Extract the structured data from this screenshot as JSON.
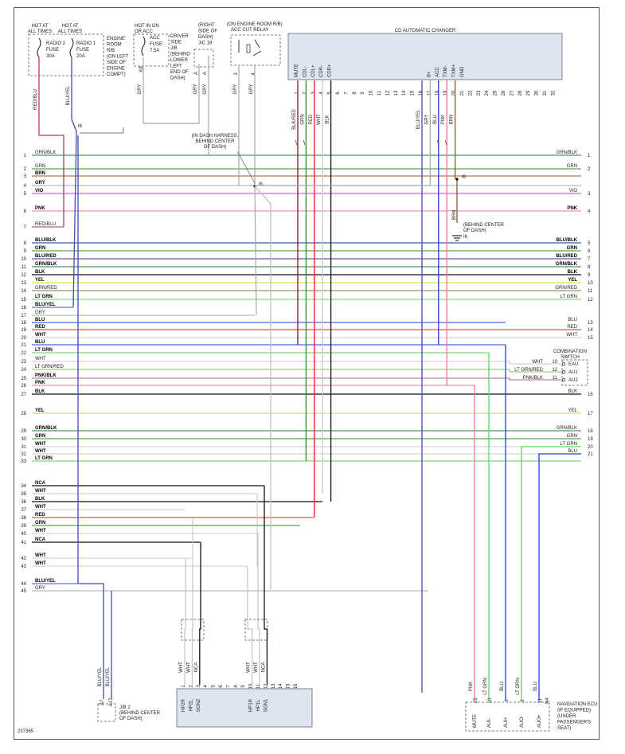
{
  "doc_id": "237365",
  "fuses": {
    "radio2": {
      "hot": [
        "HOT AT",
        "ALL TIMES"
      ],
      "lines": [
        "RADIO 2",
        "FUSE",
        "30A"
      ]
    },
    "radio1": {
      "hot": [
        "HOT AT",
        "ALL TIMES"
      ],
      "lines": [
        "RADIO 1",
        "FUSE",
        "20A"
      ]
    },
    "engine_room_note": [
      "ENGINE",
      "ROOM",
      "R/B",
      "(ON LEFT",
      "SIDE OF",
      "ENGINE",
      "COMPT)"
    ],
    "acc": {
      "hot": [
        "HOT IN ON",
        "OR ACC"
      ],
      "lines": [
        "ACC",
        "FUSE",
        "7.5A"
      ]
    },
    "driver_jb_note": [
      "DRIVER",
      "SIDE",
      "J/B",
      "(BEHIND",
      "LOWER",
      "LEFT",
      "END OF",
      "DASH)"
    ],
    "jc18_note": [
      "(RIGHT",
      "SIDE OF",
      "DASH)",
      "J/C 18"
    ],
    "relay": {
      "note": "(ON ENGINE ROOM R/B)",
      "name": "ACC CUT RELAY"
    }
  },
  "top_wires": [
    "RED/BLU",
    "BLU/YEL",
    "GRY",
    "GRY",
    "GRY",
    "GRY"
  ],
  "top_pins": [
    "K8",
    "A",
    "A",
    "3",
    "4"
  ],
  "cd_changer": {
    "title": "CD AUTOMATIC CHANGER",
    "pin_labels": [
      "MUTE",
      "CDL-",
      "CDL+",
      "CDR-",
      "CDR+",
      "B+",
      "ACC",
      "TXM-",
      "TXM+",
      "GND"
    ],
    "pins": [
      "1",
      "2",
      "3",
      "4",
      "5",
      "6",
      "7",
      "8",
      "9",
      "10",
      "11",
      "12",
      "13",
      "14",
      "15",
      "16",
      "17",
      "18",
      "19",
      "20",
      "21",
      "22",
      "23",
      "24",
      "25",
      "26",
      "27",
      "28",
      "29",
      "30",
      "31",
      "32"
    ],
    "wires": [
      "BLK/RED",
      "GRN",
      "RED",
      "WHT",
      "BLK",
      "BLU/YEL",
      "GRY",
      "BLU",
      "PNK",
      "BRN"
    ]
  },
  "dash_harness_note": [
    "(IN DASH HARNESS,",
    "BEHIND CENTER",
    "OF DASH)"
  ],
  "i6": "I6",
  "ik": "IK",
  "brn_ground_note": [
    "(BEHIND CENTER",
    "OF DASH)"
  ],
  "brn": "BRN",
  "left_circuits": [
    {
      "n": "1",
      "c": "GRN/BLK",
      "b": false
    },
    {
      "n": "2",
      "c": "GRN",
      "b": false
    },
    {
      "n": "3",
      "c": "BRN",
      "b": true
    },
    {
      "n": "4",
      "c": "GRY",
      "b": true
    },
    {
      "n": "5",
      "c": "VIO",
      "b": true
    },
    {
      "n": "6",
      "c": "PNK",
      "b": true
    },
    {
      "n": "7",
      "c": "RED/BLU",
      "b": false
    },
    {
      "n": "8",
      "c": "BLU/BLK",
      "b": true
    },
    {
      "n": "9",
      "c": "GRN",
      "b": true
    },
    {
      "n": "10",
      "c": "BLU/RED",
      "b": true
    },
    {
      "n": "11",
      "c": "GRN/BLK",
      "b": true
    },
    {
      "n": "12",
      "c": "BLK",
      "b": true
    },
    {
      "n": "13",
      "c": "YEL",
      "b": true
    },
    {
      "n": "14",
      "c": "GRN/RED",
      "b": false
    },
    {
      "n": "15",
      "c": "LT GRN",
      "b": true
    },
    {
      "n": "16",
      "c": "BLU/YEL",
      "b": true
    },
    {
      "n": "17",
      "c": "GRY",
      "b": false
    },
    {
      "n": "18",
      "c": "BLU",
      "b": true
    },
    {
      "n": "19",
      "c": "RED",
      "b": true
    },
    {
      "n": "20",
      "c": "WHT",
      "b": true
    },
    {
      "n": "21",
      "c": "BLU",
      "b": true
    },
    {
      "n": "22",
      "c": "LT GRN",
      "b": true
    },
    {
      "n": "23",
      "c": "WHT",
      "b": false
    },
    {
      "n": "24",
      "c": "LT GRN/RED",
      "b": false
    },
    {
      "n": "25",
      "c": "PNK/BLK",
      "b": true
    },
    {
      "n": "26",
      "c": "PNK",
      "b": true
    },
    {
      "n": "27",
      "c": "BLK",
      "b": true
    },
    {
      "n": "28",
      "c": "YEL",
      "b": true
    },
    {
      "n": "29",
      "c": "GRN/BLK",
      "b": true
    },
    {
      "n": "30",
      "c": "GRN",
      "b": true
    },
    {
      "n": "31",
      "c": "WHT",
      "b": true
    },
    {
      "n": "32",
      "c": "WHT",
      "b": true
    },
    {
      "n": "33",
      "c": "LT GRN",
      "b": true
    },
    {
      "n": "34",
      "c": "NCA",
      "b": true
    },
    {
      "n": "35",
      "c": "WHT",
      "b": true
    },
    {
      "n": "36",
      "c": "BLK",
      "b": true
    },
    {
      "n": "37",
      "c": "WHT",
      "b": true
    },
    {
      "n": "38",
      "c": "RED",
      "b": true
    },
    {
      "n": "39",
      "c": "GRN",
      "b": true
    },
    {
      "n": "40",
      "c": "WHT",
      "b": true
    },
    {
      "n": "41",
      "c": "NCA",
      "b": true
    },
    {
      "n": "42",
      "c": "WHT",
      "b": true
    },
    {
      "n": "43",
      "c": "WHT",
      "b": true
    },
    {
      "n": "44",
      "c": "BLU/YEL",
      "b": true
    },
    {
      "n": "45",
      "c": "GRY",
      "b": false
    }
  ],
  "right_circuits": [
    {
      "n": "1",
      "c": "GRN/BLK",
      "b": false
    },
    {
      "n": "2",
      "c": "GRN",
      "b": false
    },
    {
      "n": "3",
      "c": "VIO",
      "b": false
    },
    {
      "n": "4",
      "c": "PNK",
      "b": true
    },
    {
      "n": "5",
      "c": "BLU/BLK",
      "b": true
    },
    {
      "n": "6",
      "c": "GRN",
      "b": true
    },
    {
      "n": "7",
      "c": "BLU/RED",
      "b": true
    },
    {
      "n": "8",
      "c": "GRN/BLK",
      "b": true
    },
    {
      "n": "9",
      "c": "BLK",
      "b": true
    },
    {
      "n": "10",
      "c": "YEL",
      "b": true
    },
    {
      "n": "11",
      "c": "GRN/RED",
      "b": false
    },
    {
      "n": "12",
      "c": "LT GRN",
      "b": false
    },
    {
      "n": "13",
      "c": "BLU",
      "b": false
    },
    {
      "n": "14",
      "c": "RED",
      "b": false
    },
    {
      "n": "15",
      "c": "WHT",
      "b": false
    },
    {
      "n": "16",
      "c": "BLK",
      "b": false
    },
    {
      "n": "17",
      "c": "YEL",
      "b": false
    },
    {
      "n": "18",
      "c": "GRN/BLK",
      "b": false
    },
    {
      "n": "19",
      "c": "GRN",
      "b": false
    },
    {
      "n": "20",
      "c": "LT GRN",
      "b": false
    },
    {
      "n": "21",
      "c": "BLU",
      "b": false
    }
  ],
  "combo_switch": {
    "title": [
      "COMBINATION",
      "SWITCH"
    ],
    "rows": [
      {
        "w": "WHT",
        "p": "10",
        "s": "EAU"
      },
      {
        "w": "LT GRN/RED",
        "p": "12",
        "s": "AU1"
      },
      {
        "w": "PNK/BLK",
        "p": "11",
        "s": "AU2"
      }
    ]
  },
  "headphone": {
    "title": [
      "HEADPHONE",
      "TERMINAL",
      "(IF EQUIPPED)"
    ],
    "wires": [
      "WHT",
      "WHT",
      "NCA",
      "WHT",
      "WHT",
      "NCA"
    ],
    "pins": [
      "1",
      "2",
      "3",
      "4",
      "5",
      "6",
      "7",
      "8",
      "9",
      "10",
      "11",
      "12",
      "13",
      "14",
      "15",
      "16"
    ],
    "labels": [
      "HP2R",
      "HP2L",
      "SGN2",
      "HP1R",
      "HP1L",
      "SGN1"
    ]
  },
  "jb2": {
    "label": [
      "J/B 2",
      "(BEHIND CENTER",
      "OF DASH)"
    ],
    "pins": [
      "A7",
      "A17"
    ],
    "wires": [
      "BLU/YEL",
      "BLU/YEL"
    ]
  },
  "nav": {
    "title": [
      "NAVIGATION ECU",
      "(IF EQUIPPED)",
      "(UNDER",
      "PASSENGER'S",
      "SEAT)"
    ],
    "wires": [
      "PNK",
      "LT GRN",
      "BLU",
      "LT GRN",
      "BLU"
    ],
    "pins": [
      "15",
      "10",
      "1",
      "2",
      "11",
      "N4"
    ],
    "labels": [
      "MUTE",
      "AUI-",
      "AUI+",
      "AUO-",
      "AUO+"
    ]
  },
  "colors": {
    "GRN/BLK": "#1e7b3a",
    "GRN": "#2e8b2e",
    "BRN": "#8b5a2b",
    "GRY": "#a8a8a8",
    "VIO": "#c43fd0",
    "PNK": "#e87aa0",
    "RED/BLU": "#b23a52",
    "BLU/BLK": "#1c2f8a",
    "BLU/RED": "#3a2ea0",
    "BLK": "#111111",
    "YEL": "#e6d21c",
    "GRN/RED": "#6b8a2a",
    "LT GRN": "#5fd35f",
    "BLU/YEL": "#3c4fb0",
    "BLU": "#1f3fd6",
    "RED": "#e02020",
    "WHT": "#c8c8c8",
    "LT GRN/RED": "#8fbf60",
    "PNK/BLK": "#b06080",
    "NCA": "#111111",
    "BLK/RED": "#7a1a1a"
  }
}
